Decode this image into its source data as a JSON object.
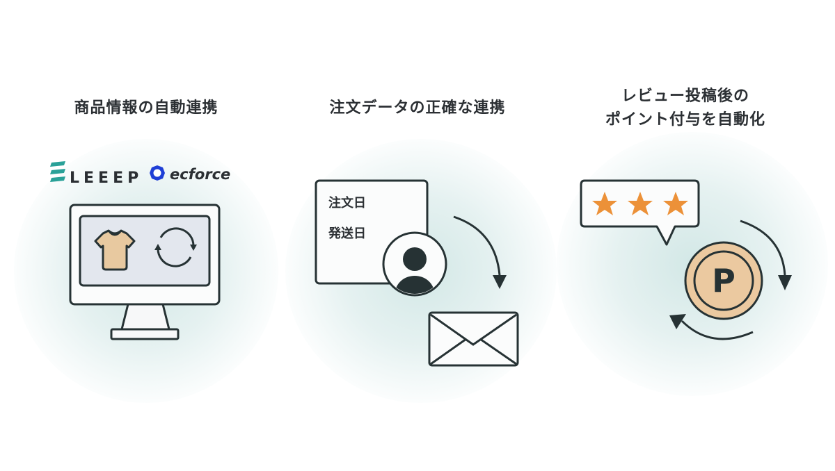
{
  "columns": [
    {
      "title": "商品情報の自動連携",
      "logos": {
        "leeep": "LEEEP",
        "ecforce": "ecforce"
      },
      "illustration": "monitor-with-shirt-and-sync"
    },
    {
      "title": "注文データの正確な連携",
      "document_fields": [
        "注文日",
        "発送日"
      ],
      "illustration": "document-user-to-email"
    },
    {
      "title_line1": "レビュー投稿後の",
      "title_line2": "ポイント付与を自動化",
      "rating_stars": 3,
      "point_label": "P",
      "illustration": "review-to-points-cycle"
    }
  ],
  "colors": {
    "text": "#2b2f33",
    "stroke": "#263234",
    "leeep_teal": "#2aa198",
    "ecforce_blue": "#1f3fd6",
    "shirt_fill": "#e8c9a0",
    "star_orange": "#ec9138",
    "coin_fill": "#ebc9a0",
    "screen_fill": "#e3e7ee",
    "glow": "#cfe6e4"
  }
}
